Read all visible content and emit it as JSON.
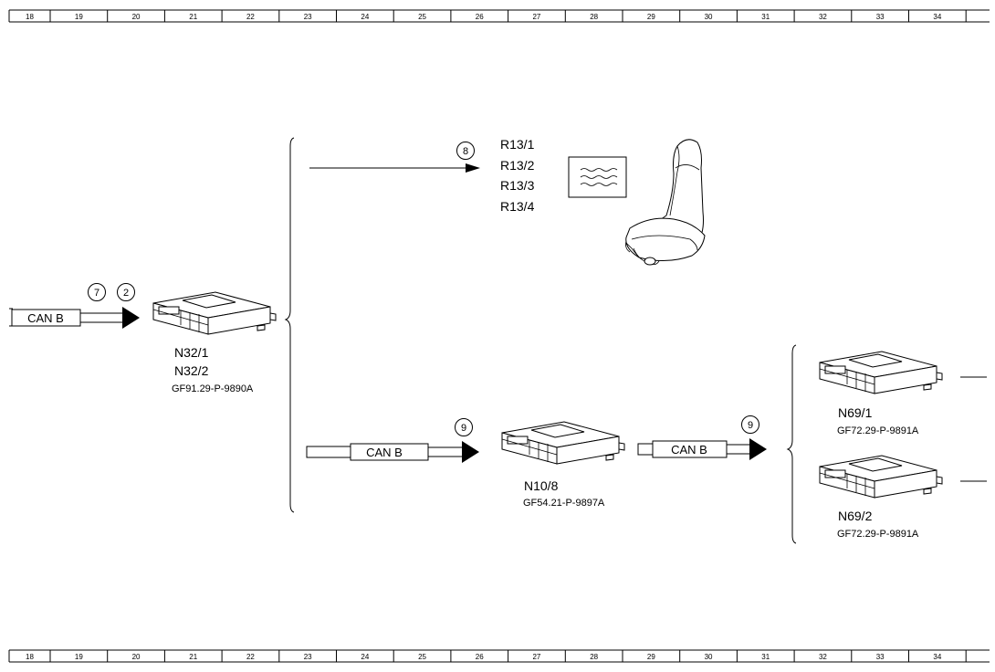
{
  "ruler": {
    "top": [
      "18",
      "19",
      "20",
      "21",
      "22",
      "23",
      "24",
      "25",
      "26",
      "27",
      "28",
      "29",
      "30",
      "31",
      "32",
      "33",
      "34"
    ],
    "bottom": [
      "18",
      "19",
      "20",
      "21",
      "22",
      "23",
      "24",
      "25",
      "26",
      "27",
      "28",
      "29",
      "30",
      "31",
      "32",
      "33",
      "34"
    ]
  },
  "input_bus": {
    "label": "CAN B",
    "circle_a": "7",
    "circle_b": "2"
  },
  "main_module": {
    "label1": "N32/1",
    "label2": "N32/2",
    "ref": "GF91.29-P-9890A"
  },
  "heater_branch": {
    "circle": "8",
    "labels": [
      "R13/1",
      "R13/2",
      "R13/3",
      "R13/4"
    ]
  },
  "lower_branch": {
    "can_label": "CAN B",
    "circle": "9"
  },
  "n10_module": {
    "label": "N10/8",
    "ref": "GF54.21-P-9897A"
  },
  "output_bus": {
    "label": "CAN B",
    "circle": "9"
  },
  "n69_1": {
    "label": "N69/1",
    "ref": "GF72.29-P-9891A"
  },
  "n69_2": {
    "label": "N69/2",
    "ref": "GF72.29-P-9891A"
  }
}
